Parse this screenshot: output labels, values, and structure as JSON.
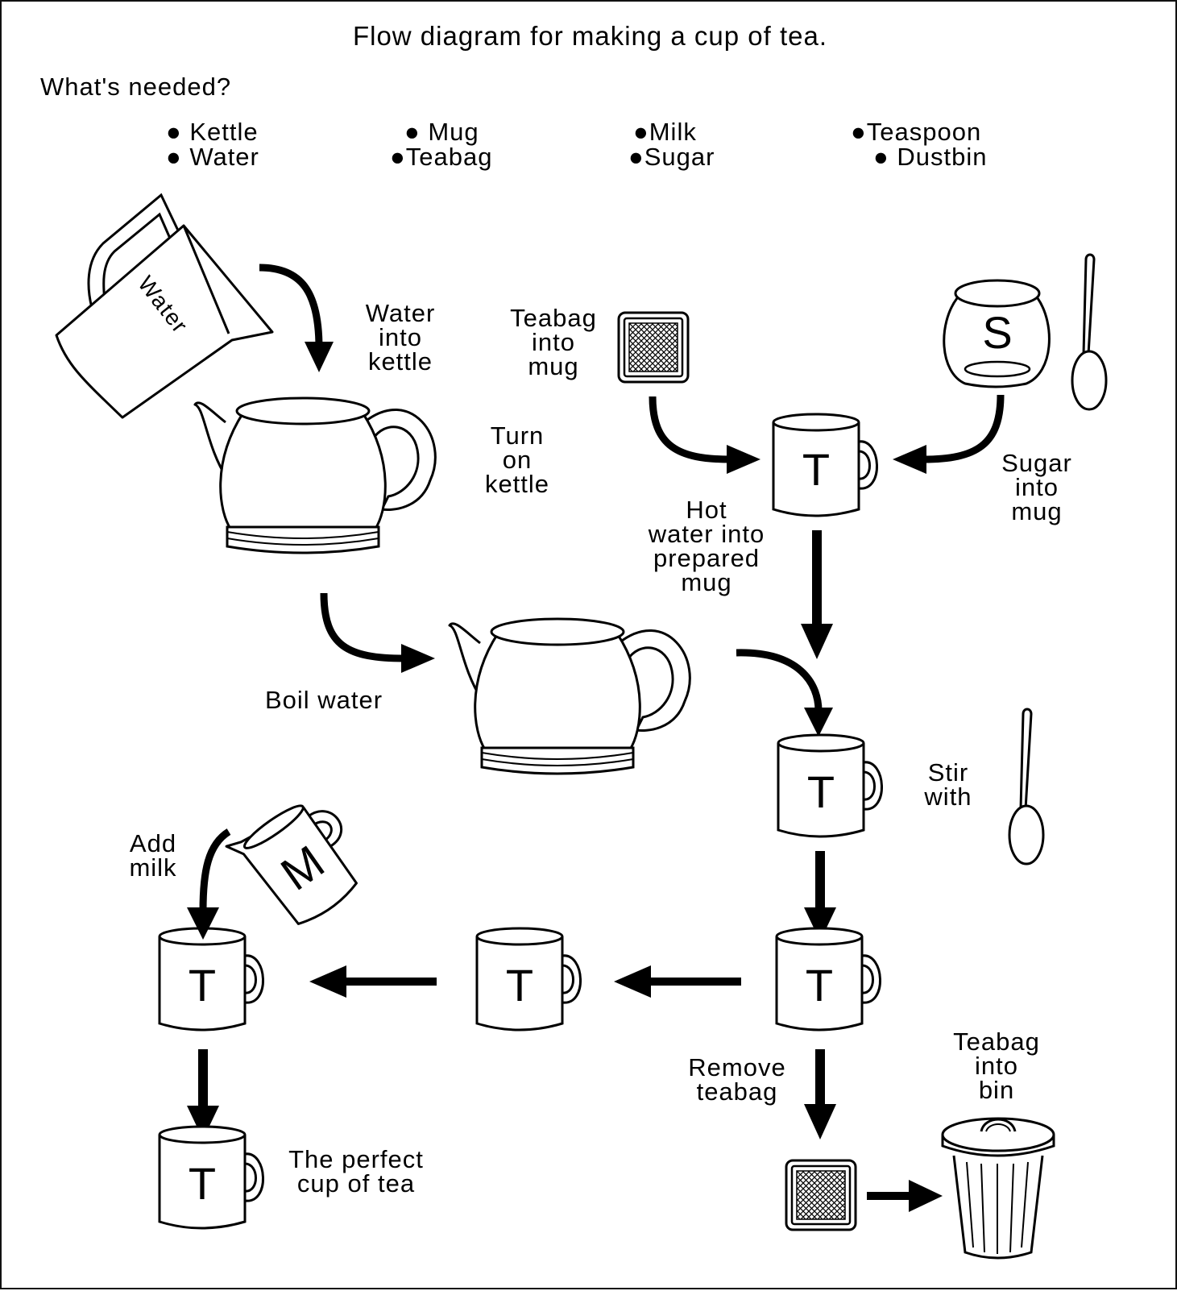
{
  "title": "Flow diagram for making a cup of tea.",
  "needed": {
    "heading": "What's needed?",
    "groups": [
      [
        "Kettle",
        "Water"
      ],
      [
        "Mug",
        "Teabag"
      ],
      [
        "Milk",
        "Sugar"
      ],
      [
        "Teaspoon",
        "Dustbin"
      ]
    ]
  },
  "icons": {
    "jug_label": "Water",
    "sugar_letter": "S",
    "milk_letter": "M",
    "mug_letter": "T"
  },
  "steps": {
    "water_into_kettle": [
      "Water",
      "into",
      "kettle"
    ],
    "turn_on_kettle": [
      "Turn",
      "on",
      "kettle"
    ],
    "teabag_into_mug": [
      "Teabag",
      "into",
      "mug"
    ],
    "sugar_into_mug": [
      "Sugar",
      "into",
      "mug"
    ],
    "hot_water": [
      "Hot",
      "water into",
      "prepared",
      "mug"
    ],
    "boil_water": [
      "Boil water"
    ],
    "stir_with": [
      "Stir",
      "with"
    ],
    "add_milk": [
      "Add",
      "milk"
    ],
    "remove_teabag": [
      "Remove",
      "teabag"
    ],
    "teabag_into_bin": [
      "Teabag",
      "into",
      "bin"
    ],
    "perfect_cup": [
      "The perfect",
      "cup of tea"
    ]
  }
}
